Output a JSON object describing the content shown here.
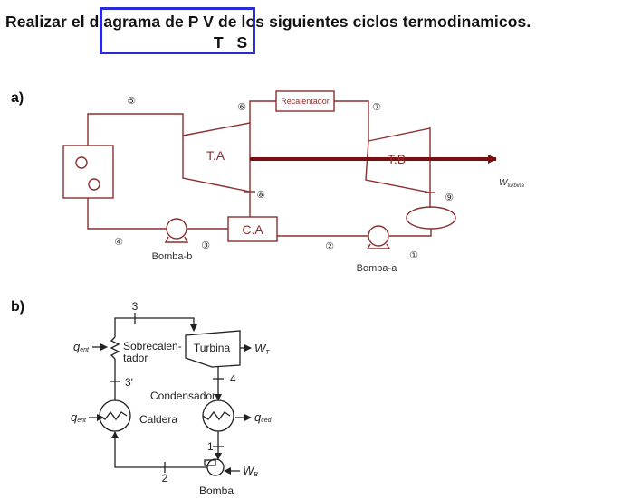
{
  "title": {
    "prefix": "Realizar el ",
    "highlighted": "diagrama de P V",
    "suffix": " de los siguientes ciclos termodinamicos.",
    "second_line": "T S"
  },
  "part_a": {
    "label": "a)",
    "state_labels": [
      "⑤",
      "⑥",
      "⑦",
      "⑧",
      "⑨",
      "④",
      "③",
      "②",
      "①"
    ],
    "reheater": "Recalentador",
    "turbine_a": "T.A",
    "turbine_b": "T.B",
    "work": "W",
    "work_sub": "turbina",
    "mixing_chamber": "C.A",
    "pump_b": "Bomba-b",
    "pump_a": "Bomba-a"
  },
  "part_b": {
    "label": "b)",
    "state_3": "3",
    "state_3p": "3'",
    "state_4": "4",
    "state_1": "1",
    "state_2": "2",
    "superheater_line1": "Sobrecalen-",
    "superheater_line2": "tador",
    "turbine": "Turbina",
    "condenser": "Condensador",
    "boiler": "Caldera",
    "pump": "Bomba",
    "q_in_super": "q",
    "q_in_super_sub": "ent",
    "q_in_boiler": "q",
    "q_in_boiler_sub": "ent",
    "q_out": "q",
    "q_out_sub": "ced",
    "w_turbine": "W",
    "w_turbine_sub": "T",
    "w_pump": "W",
    "w_pump_sub": "B"
  },
  "colors": {
    "highlight_border": "#2a2ad6",
    "diagram_a_line": "#8b2f2f",
    "diagram_a_shaft": "#7a0f0f",
    "diagram_b_line": "#222222"
  }
}
